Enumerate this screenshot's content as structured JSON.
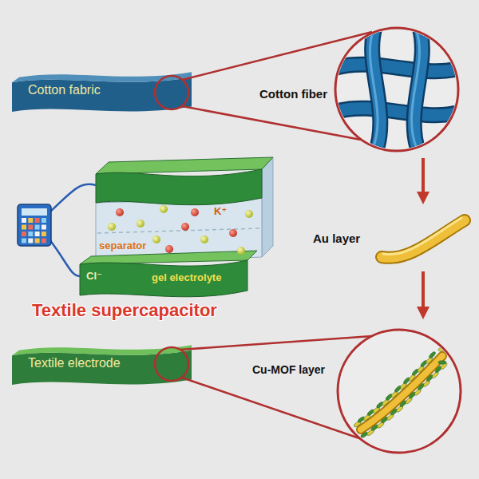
{
  "diagram": {
    "nodes": [
      {
        "text": [
          "Cotton fabric"
        ]
      },
      {
        "text": [
          "Textile electrode"
        ]
      }
    ],
    "labels": [
      "Cotton fiber",
      "Au layer",
      "Cu-MOF layer",
      "separator",
      "K⁺",
      "Cl⁻",
      "gel electrolyte",
      "Textile supercapacitor"
    ]
  }
}
